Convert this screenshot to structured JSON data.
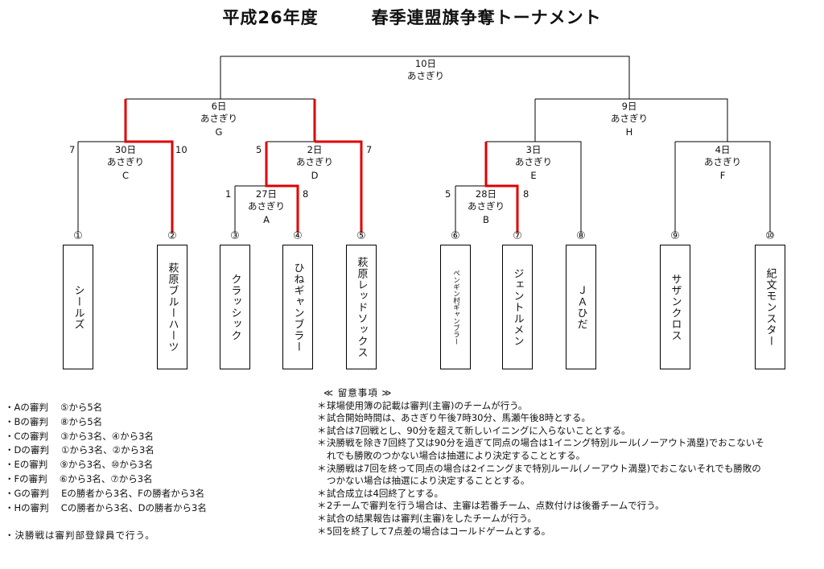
{
  "title": "平成26年度　　　春季連盟旗争奪トーナメント",
  "games": {
    "final": {
      "date": "10日",
      "venue": "あさぎり",
      "letter": ""
    },
    "g": {
      "date": "6日",
      "venue": "あさぎり",
      "letter": "G"
    },
    "h": {
      "date": "9日",
      "venue": "あさぎり",
      "letter": "H"
    },
    "c": {
      "date": "30日",
      "venue": "あさぎり",
      "letter": "C"
    },
    "d": {
      "date": "2日",
      "venue": "あさぎり",
      "letter": "D"
    },
    "e": {
      "date": "3日",
      "venue": "あさぎり",
      "letter": "E"
    },
    "f": {
      "date": "4日",
      "venue": "あさぎり",
      "letter": "F"
    },
    "a": {
      "date": "27日",
      "venue": "あさぎり",
      "letter": "A"
    },
    "b": {
      "date": "28日",
      "venue": "あさぎり",
      "letter": "B"
    }
  },
  "scores": {
    "c_left": "7",
    "c_right": "10",
    "d_left": "5",
    "d_right": "7",
    "a_left": "1",
    "a_right": "8",
    "b_left": "5",
    "b_right": "8"
  },
  "teams": [
    {
      "num": "①",
      "name": "シールズ"
    },
    {
      "num": "②",
      "name": "萩原ブルーハーツ"
    },
    {
      "num": "③",
      "name": "クラッシック"
    },
    {
      "num": "④",
      "name": "ひねギャンブラー"
    },
    {
      "num": "⑤",
      "name": "萩原レッドソックス"
    },
    {
      "num": "⑥",
      "name": "ペンギン村ギャンブラー"
    },
    {
      "num": "⑦",
      "name": "ジェントルメン"
    },
    {
      "num": "⑧",
      "name": "ＪＡひだ"
    },
    {
      "num": "⑨",
      "name": "サザンクロス"
    },
    {
      "num": "⑩",
      "name": "紀文モンスター"
    }
  ],
  "umpires": [
    "・Aの審判　 ⑤から5名",
    "・Bの審判　 ⑧から5名",
    "・Cの審判　 ③から3名、④から3名",
    "・Dの審判　 ①から3名、②から3名",
    "・Eの審判　 ⑨から3名、⑩から3名",
    "・Fの審判　 ⑥から3名、⑦から3名",
    "・Gの審判　 Eの勝者から3名、Fの勝者から3名",
    "・Hの審判　 Cの勝者から3名、Dの勝者から3名"
  ],
  "final_note": "・決勝戦は審判部登録員で行う。",
  "notes_title": "≪ 留意事項 ≫",
  "notes": [
    "球場使用簿の記載は審判(主審)のチームが行う。",
    "試合開始時間は、あさぎり午後7時30分、馬瀬午後8時とする。",
    "試合は7回戦とし、90分を超えて新しいイニングに入らないこととする。",
    "決勝戦を除き7回終了又は90分を過ぎて同点の場合は1イニング特別ルール(ノーアウト満塁)でおこないそれでも勝敗のつかない場合は抽選により決定することとする。",
    "決勝戦は7回を終って同点の場合は2イニングまで特別ルール(ノーアウト満塁)でおこないそれでも勝敗のつかない場合は抽選により決定することとする。",
    "試合成立は4回終了とする。",
    "2チームで審判を行う場合は、主審は若番チーム、点数付けは後番チームで行う。",
    "試合の結果報告は審判(主審)をしたチームが行う。",
    "5回を終了して7点差の場合はコールドゲームとする。"
  ],
  "colors": {
    "line": "#000000",
    "winner": "#e00000"
  }
}
